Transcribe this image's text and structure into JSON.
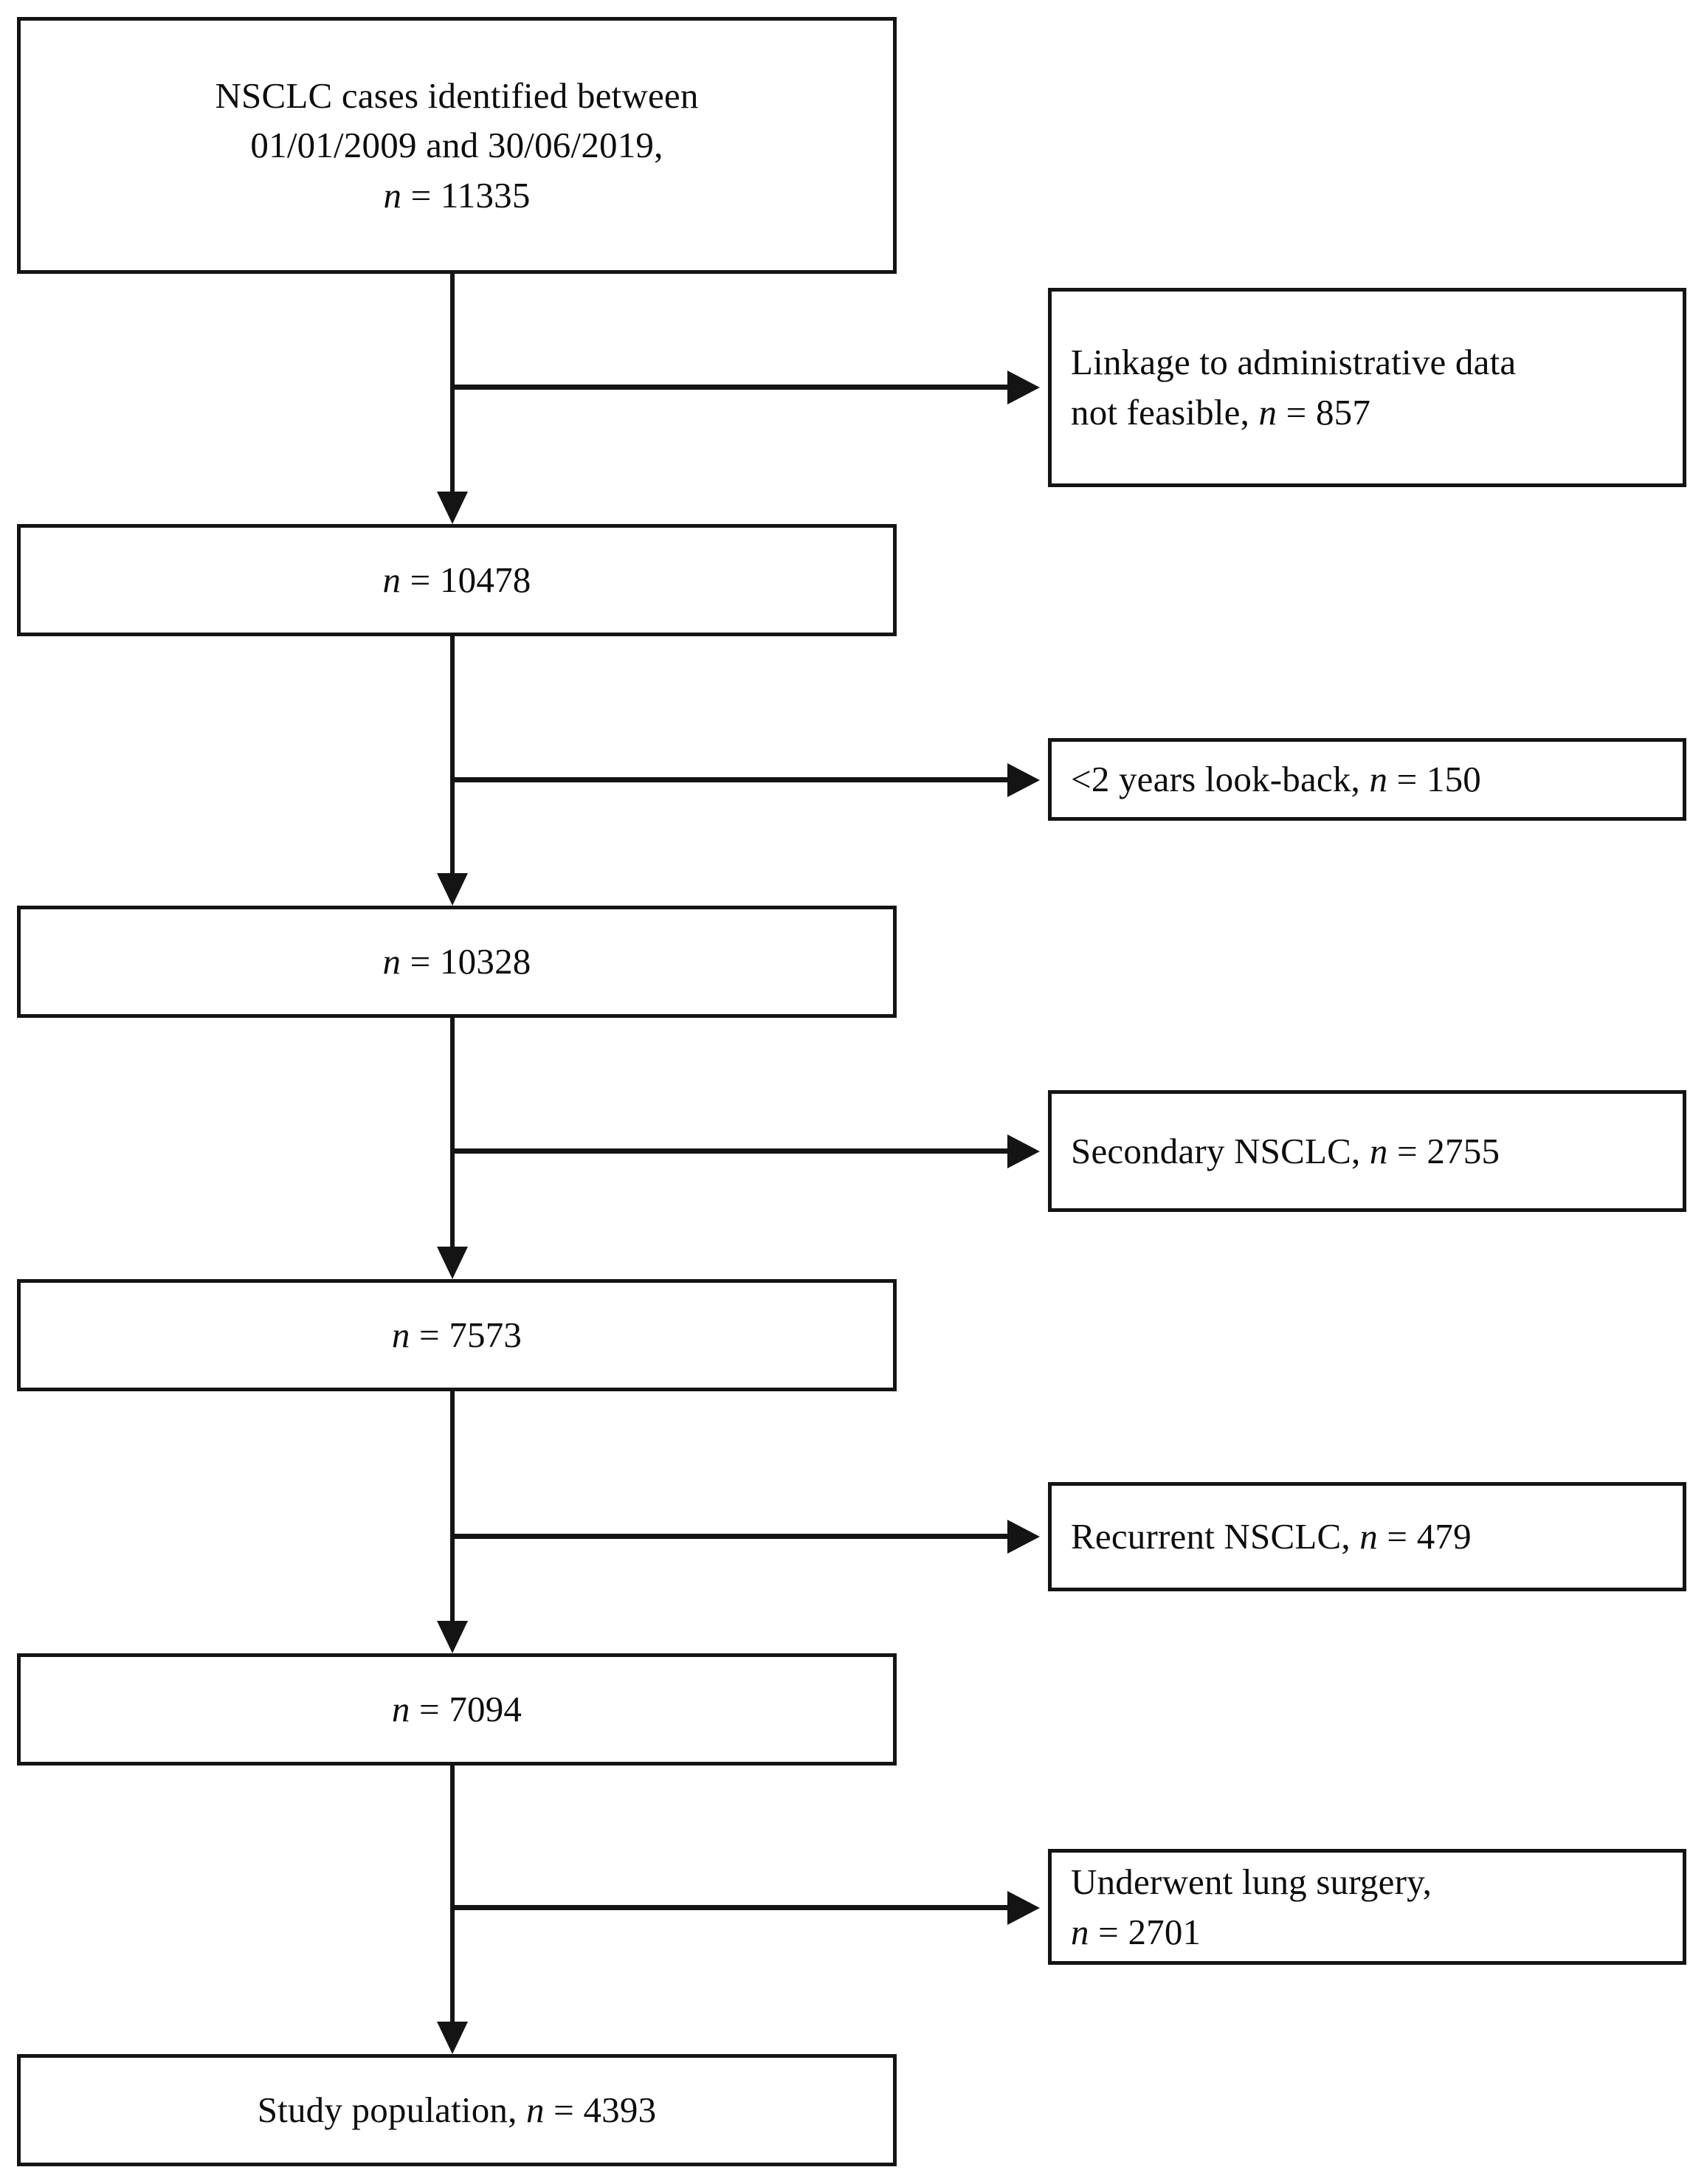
{
  "figure": {
    "type": "flowchart",
    "orientation": "top-to-bottom",
    "description": "Patient selection flow diagram for a NSCLC study cohort",
    "stroke_color": "#141414",
    "background_color": "#ffffff"
  },
  "main_boxes": [
    {
      "id": "identified-cases",
      "line1": "NSCLC cases identified between",
      "line2": "01/01/2009 and 30/06/2019,",
      "n_label": "n",
      "n_value": "11335",
      "full_text": "NSCLC cases identified between 01/01/2009 and 30/06/2019, n = 11335"
    },
    {
      "id": "after-linkage",
      "n_label": "n",
      "n_value": "10478",
      "full_text": "n = 10478"
    },
    {
      "id": "after-lookback",
      "n_label": "n",
      "n_value": "10328",
      "full_text": "n = 10328"
    },
    {
      "id": "after-secondary",
      "n_label": "n",
      "n_value": "7573",
      "full_text": "n = 7573"
    },
    {
      "id": "after-recurrent",
      "n_label": "n",
      "n_value": "7094",
      "full_text": "n = 7094"
    },
    {
      "id": "study-population",
      "prefix": "Study population,",
      "n_label": "n",
      "n_value": "4393",
      "full_text": "Study population, n = 4393"
    }
  ],
  "exclusion_boxes": [
    {
      "id": "linkage-not-feasible",
      "line1": "Linkage to administrative data",
      "line2_prefix": "not feasible,",
      "n_label": "n",
      "n_value": "857",
      "full_text": "Linkage to administrative data not feasible, n = 857"
    },
    {
      "id": "lookback-under-2-years",
      "prefix": "<2 years look-back,",
      "n_label": "n",
      "n_value": "150",
      "full_text": "<2 years look-back, n = 150"
    },
    {
      "id": "secondary-nsclc",
      "prefix": "Secondary NSCLC,",
      "n_label": "n",
      "n_value": "2755",
      "full_text": "Secondary NSCLC, n = 2755"
    },
    {
      "id": "recurrent-nsclc",
      "prefix": "Recurrent NSCLC,",
      "n_label": "n",
      "n_value": "479",
      "full_text": "Recurrent NSCLC, n = 479"
    },
    {
      "id": "underwent-lung-surgery",
      "line1": "Underwent lung surgery,",
      "n_label": "n",
      "n_value": "2701",
      "full_text": "Underwent lung surgery, n = 2701"
    }
  ],
  "chart_data": {
    "type": "flow",
    "title": "",
    "nodes": [
      {
        "id": "identified-cases",
        "label": "NSCLC cases identified between 01/01/2009 and 30/06/2019",
        "n": 11335,
        "column": "main"
      },
      {
        "id": "linkage-not-feasible",
        "label": "Linkage to administrative data not feasible",
        "n": 857,
        "column": "excluded"
      },
      {
        "id": "after-linkage",
        "label": "",
        "n": 10478,
        "column": "main"
      },
      {
        "id": "lookback-under-2-years",
        "label": "<2 years look-back",
        "n": 150,
        "column": "excluded"
      },
      {
        "id": "after-lookback",
        "label": "",
        "n": 10328,
        "column": "main"
      },
      {
        "id": "secondary-nsclc",
        "label": "Secondary NSCLC",
        "n": 2755,
        "column": "excluded"
      },
      {
        "id": "after-secondary",
        "label": "",
        "n": 7573,
        "column": "main"
      },
      {
        "id": "recurrent-nsclc",
        "label": "Recurrent NSCLC",
        "n": 479,
        "column": "excluded"
      },
      {
        "id": "after-recurrent",
        "label": "",
        "n": 7094,
        "column": "main"
      },
      {
        "id": "underwent-lung-surgery",
        "label": "Underwent lung surgery",
        "n": 2701,
        "column": "excluded"
      },
      {
        "id": "study-population",
        "label": "Study population",
        "n": 4393,
        "column": "main"
      }
    ],
    "edges": [
      {
        "from": "identified-cases",
        "to": "linkage-not-feasible",
        "direction": "right"
      },
      {
        "from": "identified-cases",
        "to": "after-linkage",
        "direction": "down"
      },
      {
        "from": "after-linkage",
        "to": "lookback-under-2-years",
        "direction": "right"
      },
      {
        "from": "after-linkage",
        "to": "after-lookback",
        "direction": "down"
      },
      {
        "from": "after-lookback",
        "to": "secondary-nsclc",
        "direction": "right"
      },
      {
        "from": "after-lookback",
        "to": "after-secondary",
        "direction": "down"
      },
      {
        "from": "after-secondary",
        "to": "recurrent-nsclc",
        "direction": "right"
      },
      {
        "from": "after-secondary",
        "to": "after-recurrent",
        "direction": "down"
      },
      {
        "from": "after-recurrent",
        "to": "underwent-lung-surgery",
        "direction": "right"
      },
      {
        "from": "after-recurrent",
        "to": "study-population",
        "direction": "down"
      }
    ]
  }
}
